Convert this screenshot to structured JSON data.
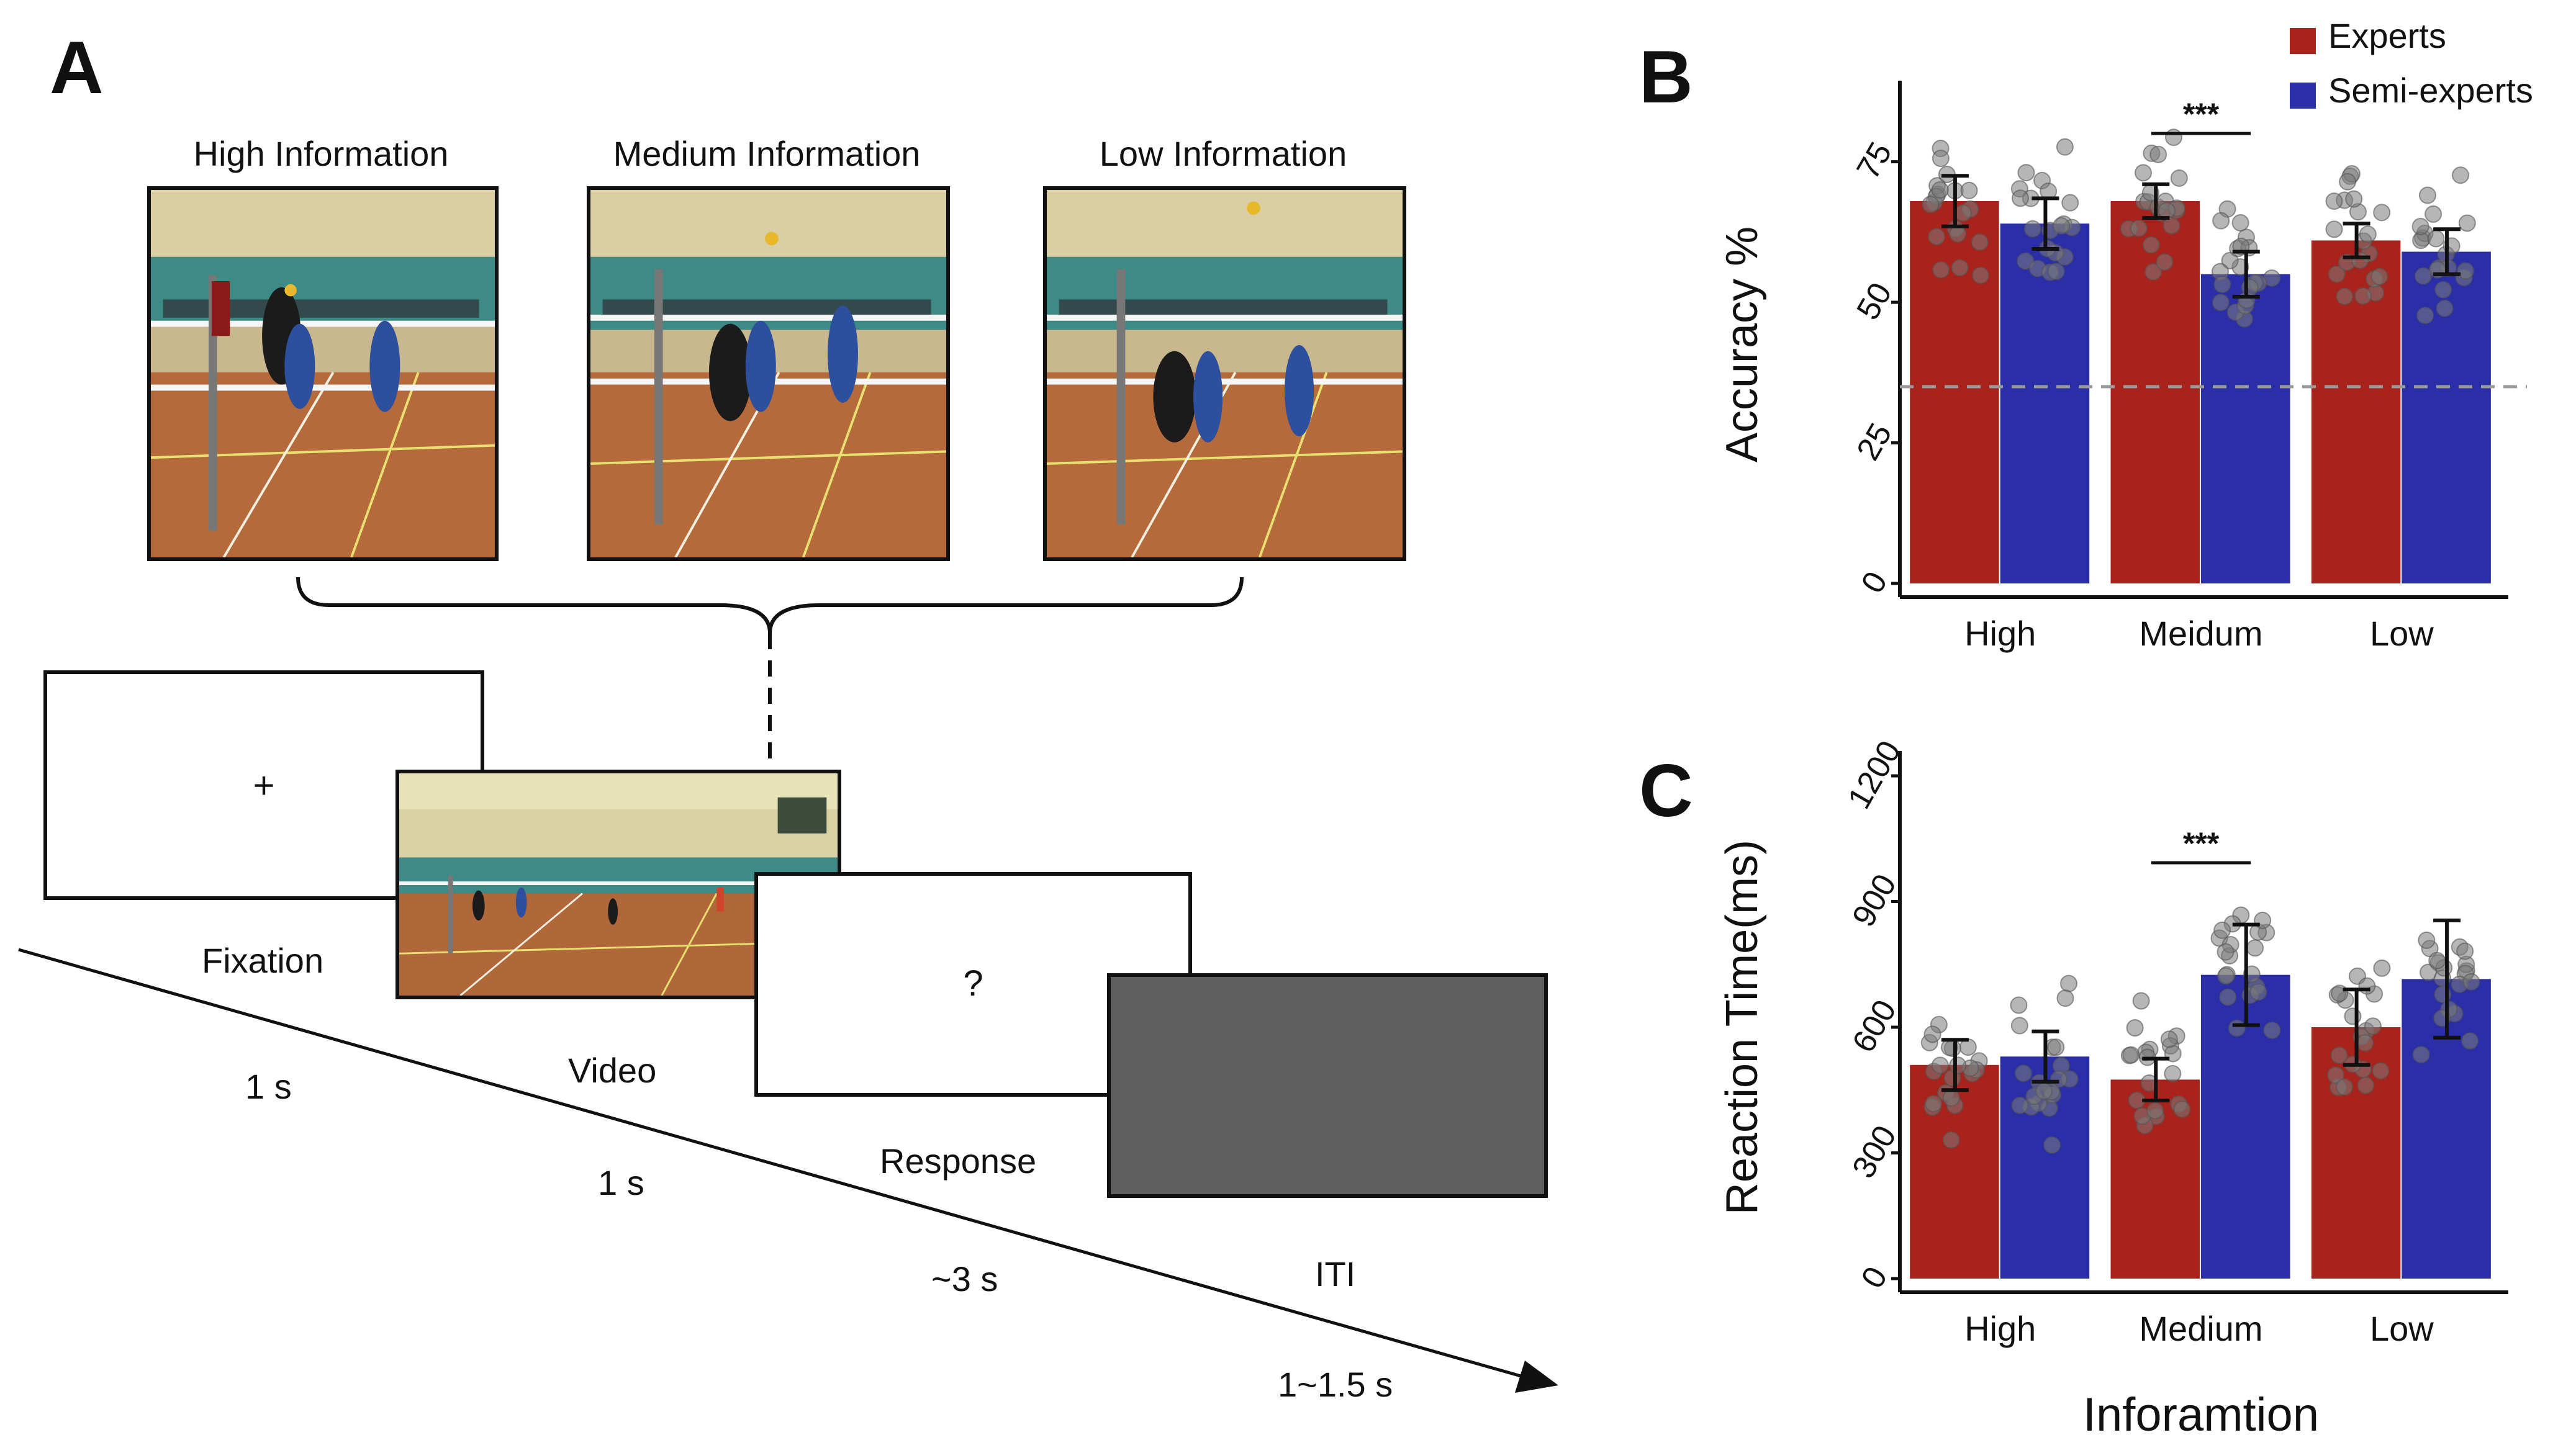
{
  "colors": {
    "experts": "#a8231b",
    "semi_experts": "#2a2fa8",
    "iti_screen": "#5f5f5f",
    "chance_line": "#9a9a9a",
    "points": "#7a7a7a"
  },
  "panel_a": {
    "letter": "A",
    "conditions": [
      "High Information",
      "Medium Information",
      "Low Information"
    ],
    "screens": {
      "fixation_symbol": "+",
      "response_symbol": "?"
    },
    "events": [
      {
        "name": "Fixation",
        "duration": "1 s"
      },
      {
        "name": "Video",
        "duration": "1 s"
      },
      {
        "name": "Response",
        "duration": "~3 s"
      },
      {
        "name": "ITI",
        "duration": "1~1.5 s"
      }
    ]
  },
  "legend": {
    "experts": "Experts",
    "semi_experts": "Semi-experts"
  },
  "chart_data": [
    {
      "panel": "B",
      "type": "bar",
      "categories": [
        "High",
        "Meidum",
        "Low"
      ],
      "ylabel": "Accuracy %",
      "ylim": [
        0,
        85
      ],
      "yticks": [
        "0",
        "25",
        "50",
        "75"
      ],
      "chance_level": 35,
      "significance": {
        "category": "Meidum",
        "label": "***"
      },
      "series": [
        {
          "name": "Experts",
          "values": [
            68,
            68,
            61
          ],
          "errors": [
            4.5,
            3,
            3
          ]
        },
        {
          "name": "Semi-experts",
          "values": [
            64,
            55,
            59
          ],
          "errors": [
            4.5,
            4,
            4
          ]
        }
      ]
    },
    {
      "panel": "C",
      "type": "bar",
      "categories": [
        "High",
        "Medium",
        "Low"
      ],
      "ylabel": "Reaction Time(ms)",
      "xlabel": "Inforamtion",
      "ylim": [
        0,
        1200
      ],
      "yticks": [
        "0",
        "300",
        "600",
        "900",
        "1200"
      ],
      "significance": {
        "category": "Medium",
        "label": "***"
      },
      "series": [
        {
          "name": "Experts",
          "values": [
            510,
            475,
            600
          ],
          "errors": [
            60,
            50,
            90
          ]
        },
        {
          "name": "Semi-experts",
          "values": [
            530,
            725,
            715
          ],
          "errors": [
            60,
            120,
            140
          ]
        }
      ]
    }
  ]
}
